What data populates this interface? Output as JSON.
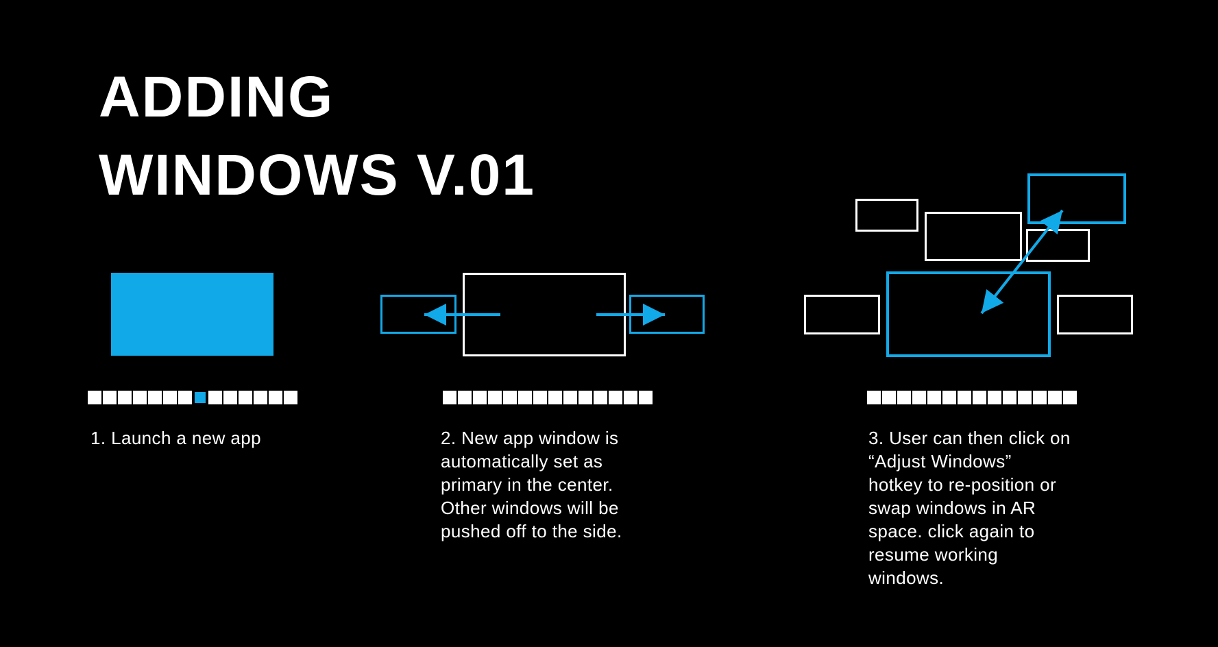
{
  "title": {
    "lines": [
      "ADDING",
      "WINDOWS V.01"
    ]
  },
  "colors": {
    "bg": "#000000",
    "accent": "#12A9E8",
    "white": "#FFFFFF"
  },
  "steps": [
    {
      "caption_lines": [
        "1. Launch a new app"
      ],
      "taskbar": {
        "count": 14,
        "active_index": 7
      }
    },
    {
      "caption_lines": [
        "2. New app window is",
        "automatically set as",
        "primary in the center.",
        "Other windows will be",
        "pushed off to the side."
      ],
      "taskbar": {
        "count": 14,
        "active_index": null
      }
    },
    {
      "caption_lines": [
        "3. User can then click on",
        "“Adjust Windows”",
        "hotkey to re-position or",
        "swap windows in AR",
        "space. click again to",
        "resume working",
        "windows."
      ],
      "taskbar": {
        "count": 14,
        "active_index": null
      }
    }
  ]
}
